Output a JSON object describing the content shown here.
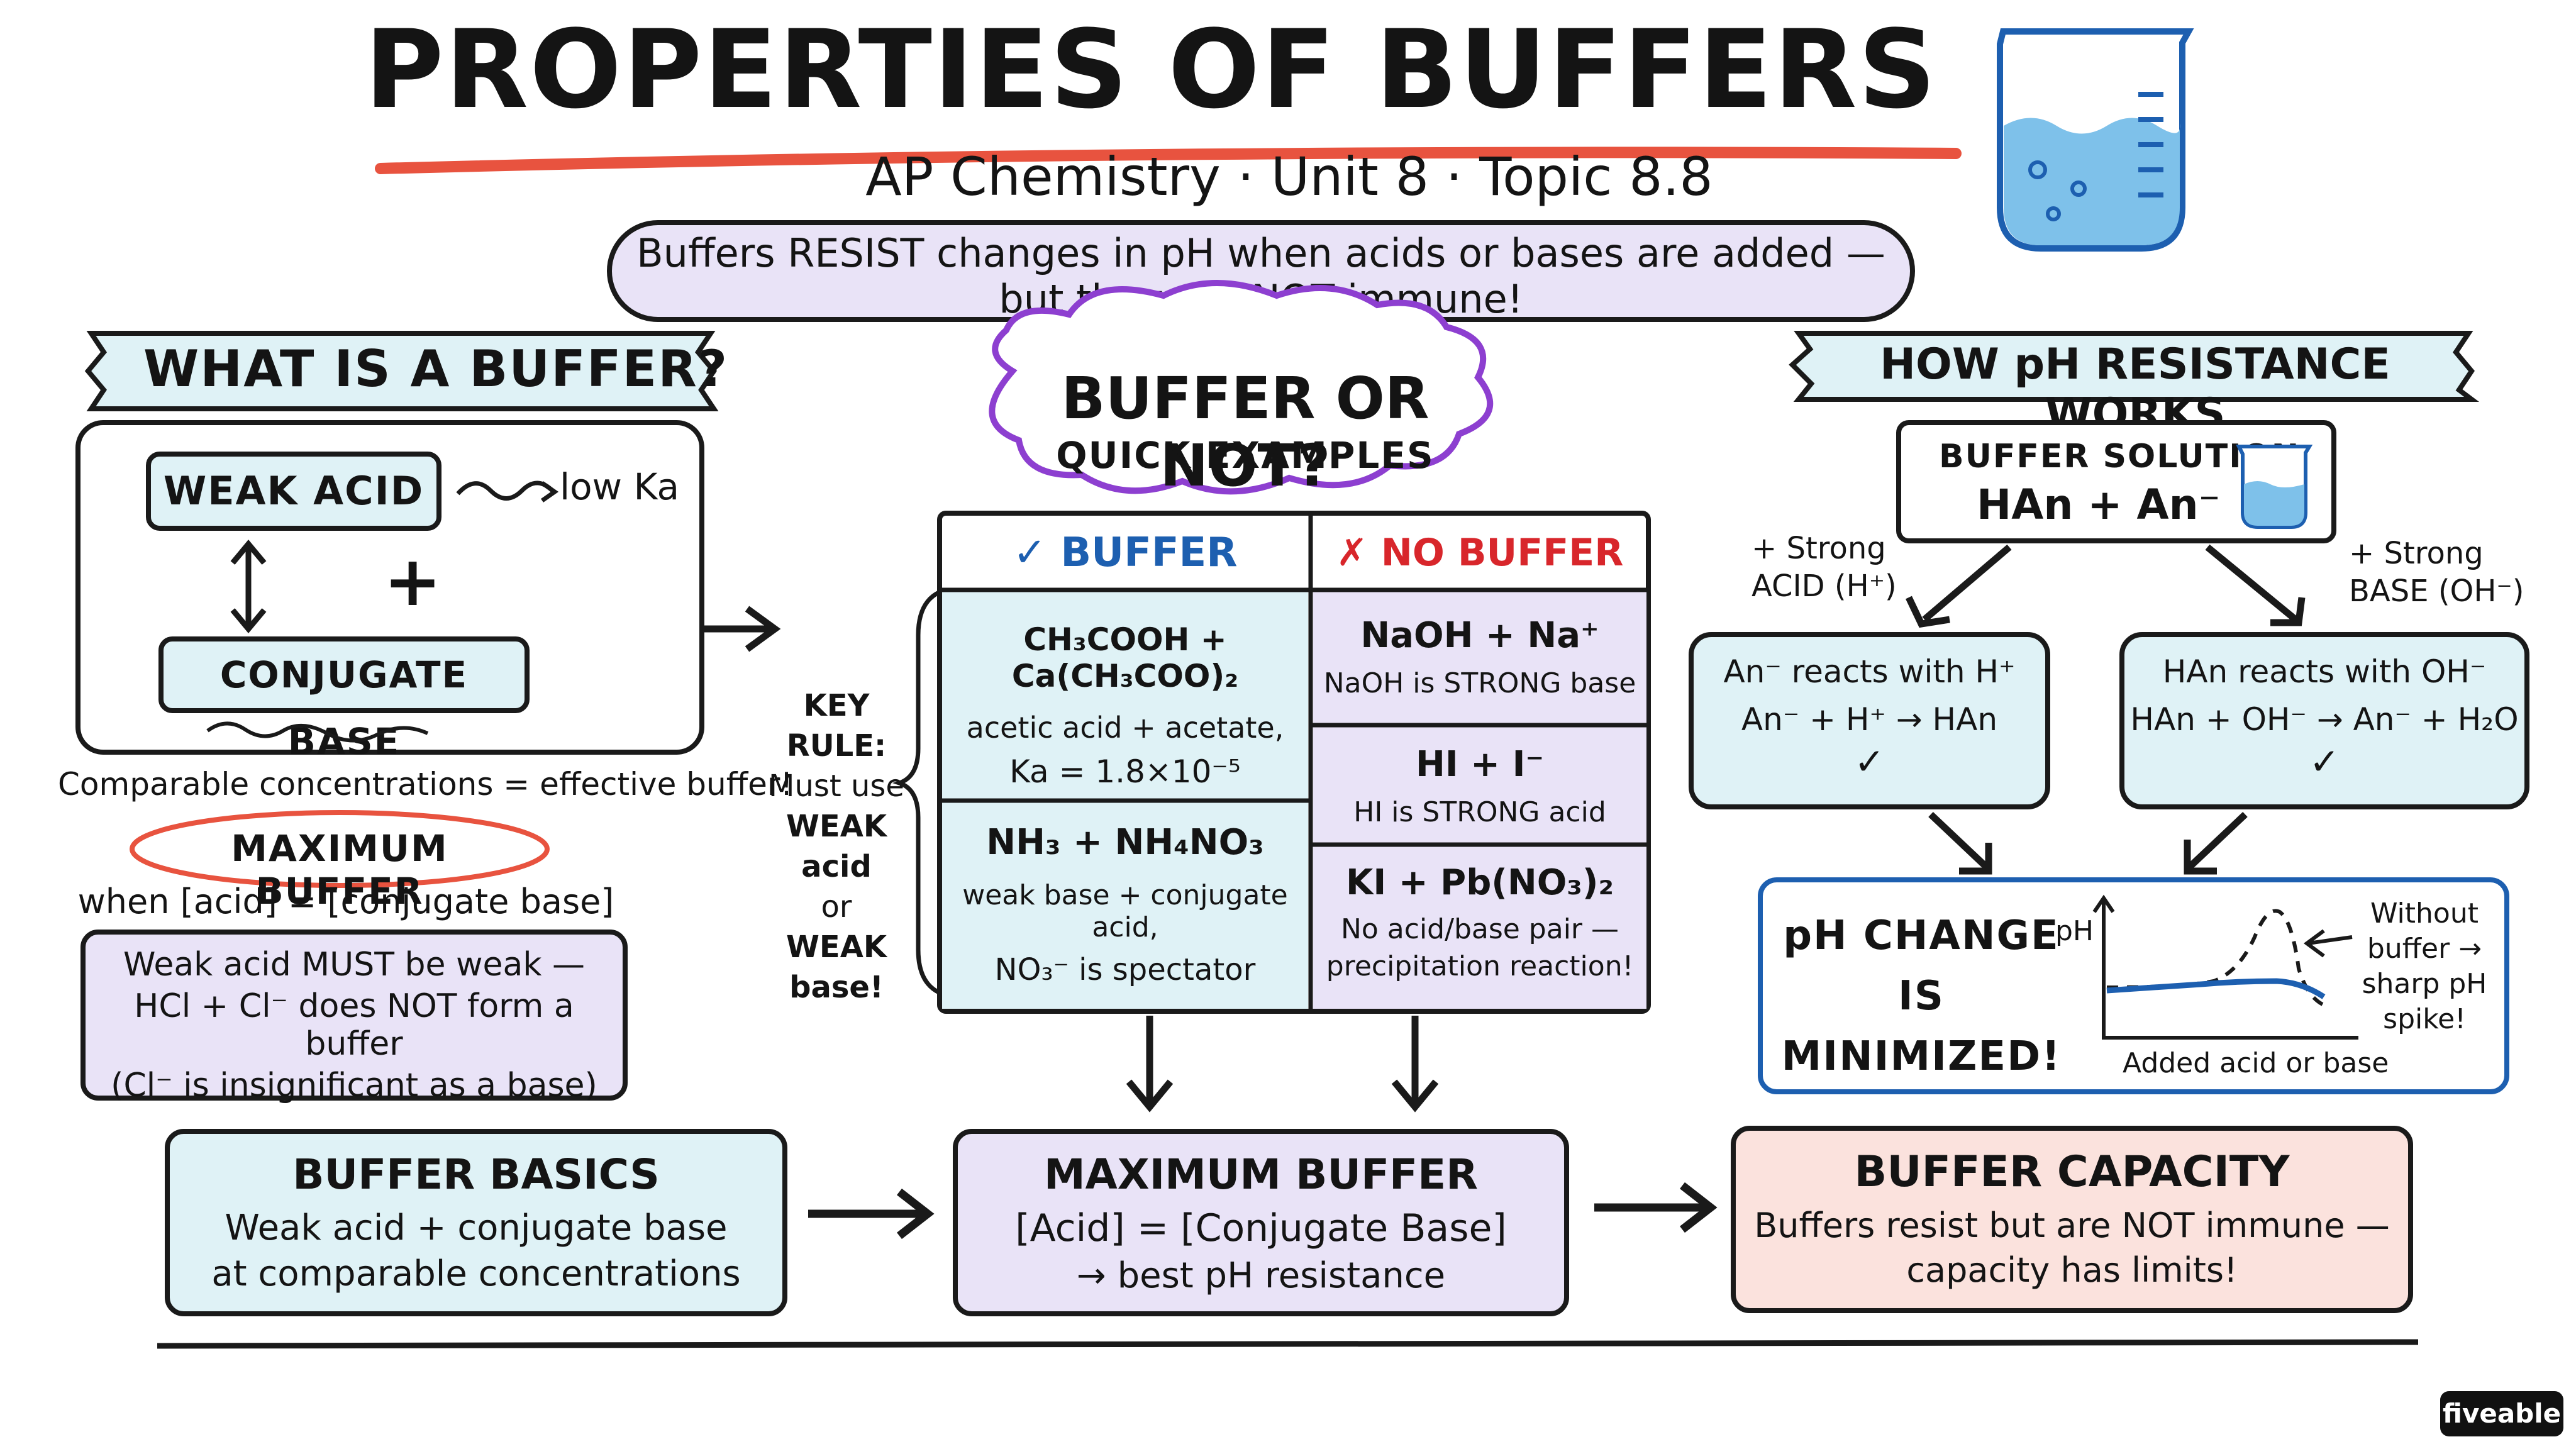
{
  "header": {
    "title": "PROPERTIES OF BUFFERS",
    "subtitle": "AP Chemistry · Unit 8 · Topic 8.8",
    "banner_line1": "Buffers RESIST changes in pH when acids or bases are added —",
    "banner_line2": "but they are NOT immune!"
  },
  "left": {
    "heading": "WHAT IS A BUFFER?",
    "weak_acid": "WEAK ACID",
    "low_ka": "low Ka",
    "conjugate_base": "CONJUGATE BASE",
    "plus": "+",
    "comparable": "Comparable concentrations = effective buffer!",
    "max_buffer_label": "MAXIMUM BUFFER",
    "max_buffer_condition": "when [acid] = [conjugate base]",
    "note_line1": "Weak acid MUST be weak —",
    "note_line2": "HCl + Cl⁻ does NOT form a buffer",
    "note_line3": "(Cl⁻ is insignificant as a base)"
  },
  "middle": {
    "heading": "BUFFER OR NOT?",
    "subheading": "QUICK EXAMPLES",
    "key_rule_1": "KEY RULE:",
    "key_rule_2": "Must use",
    "key_rule_3": "WEAK acid",
    "key_rule_4": "or",
    "key_rule_5": "WEAK base!",
    "col_buffer": "BUFFER",
    "col_buffer_icon": "✓",
    "col_no_buffer": "NO BUFFER",
    "col_no_buffer_icon": "✗",
    "buffer_examples": [
      {
        "formula": "CH₃COOH + Ca(CH₃COO)₂",
        "note1": "acetic acid + acetate,",
        "note2": "Ka = 1.8×10⁻⁵"
      },
      {
        "formula": "NH₃ + NH₄NO₃",
        "note1": "weak base + conjugate acid,",
        "note2": "NO₃⁻ is spectator"
      }
    ],
    "no_buffer_examples": [
      {
        "formula": "NaOH + Na⁺",
        "note1": "NaOH is STRONG base",
        "note2": ""
      },
      {
        "formula": "HI + I⁻",
        "note1": "HI is STRONG acid",
        "note2": ""
      },
      {
        "formula": "KI + Pb(NO₃)₂",
        "note1": "No acid/base pair —",
        "note2": "precipitation reaction!"
      }
    ]
  },
  "right": {
    "heading": "HOW pH RESISTANCE WORKS",
    "solution_label": "BUFFER SOLUTION",
    "solution_formula": "HAn + An⁻",
    "strong_acid_1": "+ Strong",
    "strong_acid_2": "ACID (H⁺)",
    "strong_base_1": "+ Strong",
    "strong_base_2": "BASE (OH⁻)",
    "acid_react_title": "An⁻ reacts with H⁺",
    "acid_react_eq": "An⁻ + H⁺ → HAn",
    "base_react_title": "HAn reacts with OH⁻",
    "base_react_eq": "HAn + OH⁻ → An⁻ + H₂O",
    "check": "✓",
    "ph_change_1": "pH CHANGE IS",
    "ph_change_2": "MINIMIZED!",
    "graph_ylabel": "pH",
    "graph_xlabel": "Added acid or base",
    "graph_note_1": "Without",
    "graph_note_2": "buffer →",
    "graph_note_3": "sharp pH",
    "graph_note_4": "spike!"
  },
  "bottom": {
    "basics_title": "BUFFER BASICS",
    "basics_line1": "Weak acid + conjugate base",
    "basics_line2": "at comparable concentrations",
    "max_title": "MAXIMUM BUFFER",
    "max_line1": "[Acid] = [Conjugate Base]",
    "max_line2": "→ best pH resistance",
    "cap_title": "BUFFER CAPACITY",
    "cap_line1": "Buffers resist but are NOT immune —",
    "cap_line2": "capacity has limits!"
  },
  "brand": "fiveable",
  "colors": {
    "accent_red": "#e8533f",
    "buffer_blue": "#1d5fb0",
    "no_buffer_red": "#d8262b",
    "lavender": "#e9e3f7",
    "cyan": "#dff2f6",
    "pink": "#fbe2dd"
  },
  "icons": [
    "beaker-icon",
    "check-icon",
    "cross-icon",
    "arrow-icon"
  ]
}
